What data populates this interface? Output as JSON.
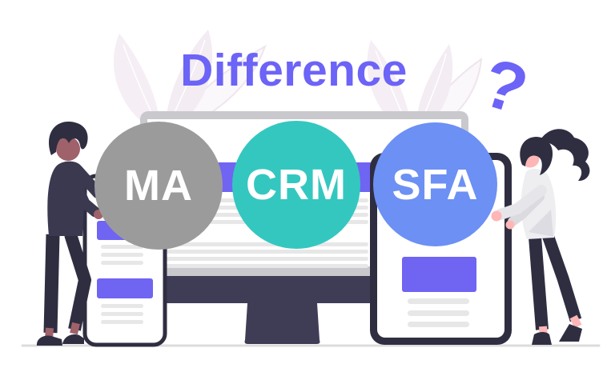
{
  "title": {
    "text": "Difference",
    "color": "#6c63f7"
  },
  "question_mark": {
    "glyph": "?",
    "color": "#6c63f7"
  },
  "circles": [
    {
      "id": "ma",
      "label": "MA",
      "color": "#9b9b9b"
    },
    {
      "id": "crm",
      "label": "CRM",
      "color": "#34c7c0"
    },
    {
      "id": "sfa",
      "label": "SFA",
      "color": "#6c90f3"
    }
  ],
  "palette": {
    "accent_purple": "#6c63f7",
    "ui_purple": "#7064f2",
    "dark_navy": "#2f2e41",
    "navy": "#3f3d56",
    "monitor_frame_gray": "#c9c9cd",
    "line_gray": "#e7e7e7",
    "leaf_pink": "#f5eef4",
    "man_skin": "#9f616a",
    "woman_skin": "#ffb6b6",
    "ground_gray": "#dcdcdd"
  }
}
